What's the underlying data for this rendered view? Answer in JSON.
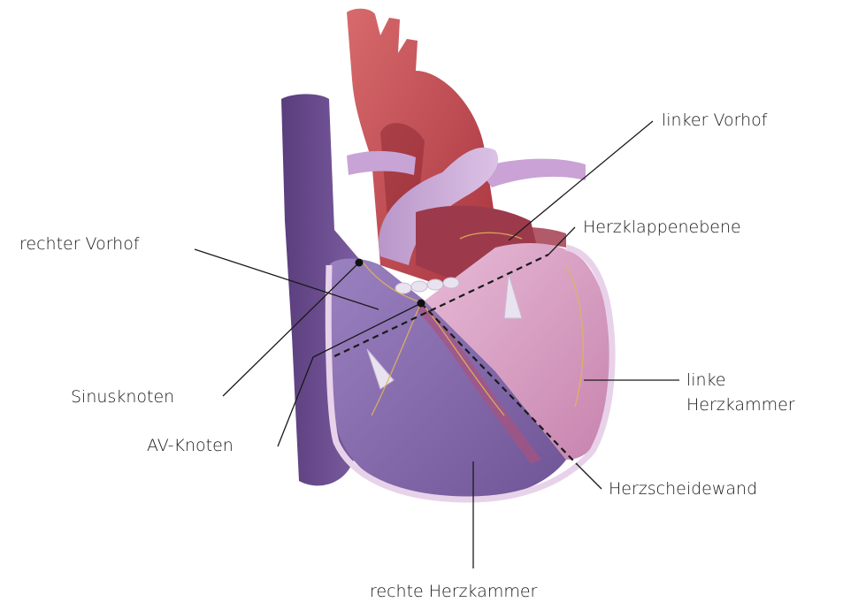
{
  "diagram": {
    "labels": {
      "linker_vorhof": "linker Vorhof",
      "herzklappenebene": "Herzklappenebene",
      "rechter_vorhof": "rechter Vorhof",
      "sinusknoten": "Sinusknoten",
      "av_knoten": "AV-Knoten",
      "linke_herzkammer_line1": "linke",
      "linke_herzkammer_line2": "Herzkammer",
      "herzscheidewand": "Herzscheidewand",
      "rechte_herzkammer": "rechte Herzkammer"
    },
    "colors": {
      "aorta": "#c9585c",
      "vena_cava": "#6a4a8c",
      "right_chamber": "#8a6fb0",
      "left_chamber": "#d5a2c4",
      "pulmonary_artery": "#c7a2d2",
      "leader_line": "#1a1a1a"
    }
  }
}
